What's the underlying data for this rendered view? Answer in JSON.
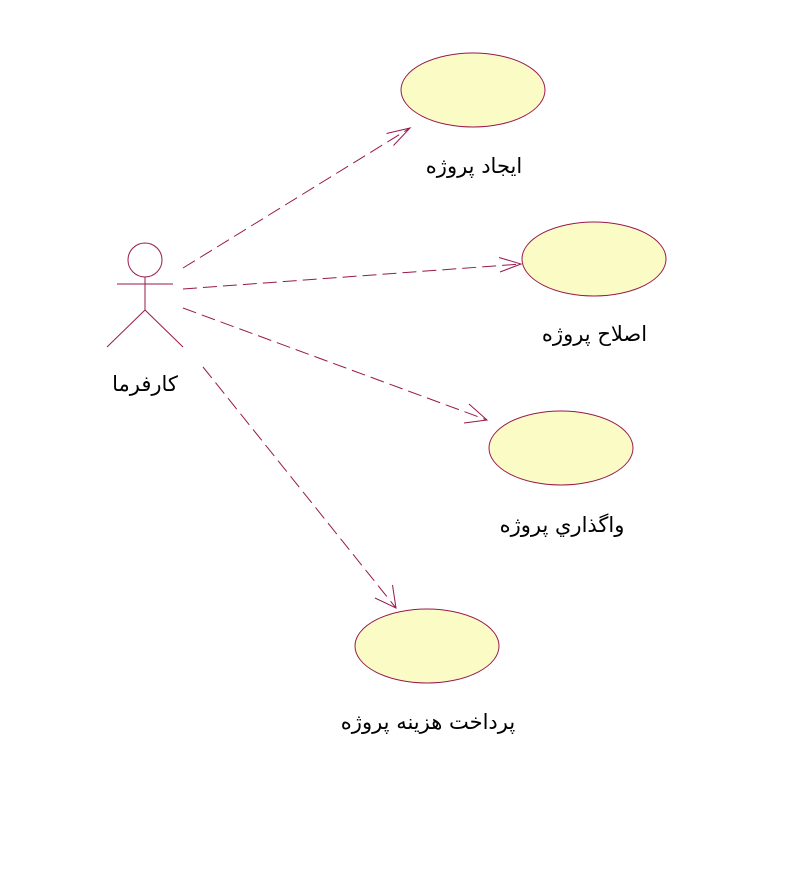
{
  "colors": {
    "line": "#99184c",
    "usecase_fill": "#fbfbc6",
    "usecase_stroke": "#99184c",
    "text": "#000000",
    "background": "#ffffff"
  },
  "actor": {
    "name": "کارفرما",
    "icon": "stick-figure-actor-icon"
  },
  "use_cases": [
    {
      "id": "uc1",
      "label": "ایجاد پروژه"
    },
    {
      "id": "uc2",
      "label": "اصلاح پروژه"
    },
    {
      "id": "uc3",
      "label": "واگذاري پروژه"
    },
    {
      "id": "uc4",
      "label": "پرداخت هزینه پروژه"
    }
  ],
  "associations": [
    {
      "from": "actor",
      "to": "uc1",
      "style": "dashed-arrow"
    },
    {
      "from": "actor",
      "to": "uc2",
      "style": "dashed-arrow"
    },
    {
      "from": "actor",
      "to": "uc3",
      "style": "dashed-arrow"
    },
    {
      "from": "actor",
      "to": "uc4",
      "style": "dashed-arrow"
    }
  ]
}
